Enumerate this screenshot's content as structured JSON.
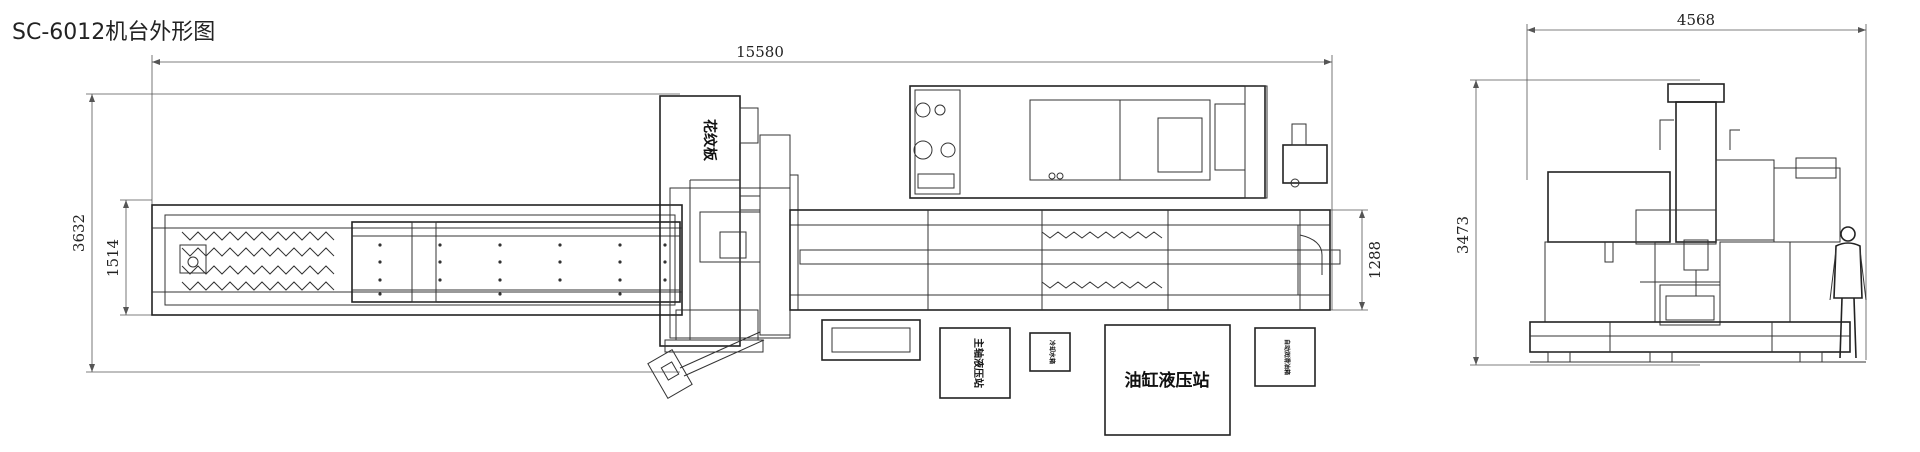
{
  "title": "SC-6012机台外形图",
  "dimensions": {
    "overall_length": "15580",
    "overall_height": "3632",
    "table_width": "1514",
    "rail_width": "1288",
    "side_width": "4568",
    "side_height": "3473"
  },
  "labels": {
    "pattern_plate": "花纹板",
    "hydraulic_station": "油缸液压站",
    "box_a": "主轴液压站",
    "box_b": "冷却水箱",
    "box_c": "自动润滑油箱"
  }
}
